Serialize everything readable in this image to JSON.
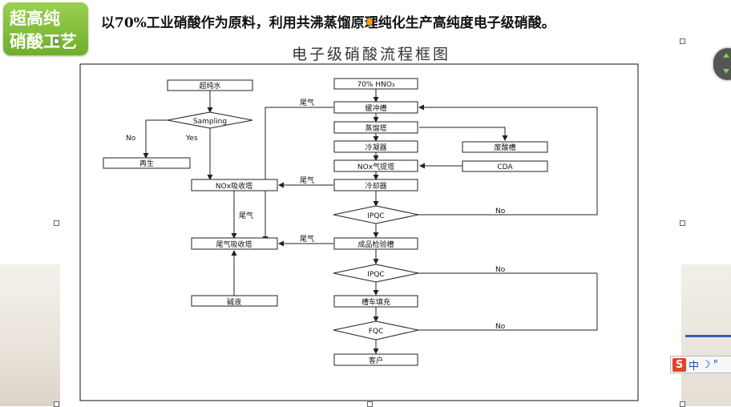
{
  "slide": {
    "badge_line1": "超高纯",
    "badge_line2": "硝酸工艺",
    "headline": "以70%工业硝酸作为原料，利用共沸蒸馏原理纯化生产高纯度电子级硝酸。"
  },
  "diagram": {
    "title": "电子级硝酸流程框图",
    "nodes": [
      {
        "id": "hno3",
        "label": "70% HNO₃"
      },
      {
        "id": "buffer",
        "label": "缓冲槽"
      },
      {
        "id": "distill",
        "label": "蒸馏塔"
      },
      {
        "id": "condense",
        "label": "冷凝器"
      },
      {
        "id": "stripper",
        "label": "NOx气提塔"
      },
      {
        "id": "cooler",
        "label": "冷却器"
      },
      {
        "id": "ipqc1",
        "label": "IPQC"
      },
      {
        "id": "product_tank",
        "label": "成品检验槽"
      },
      {
        "id": "ipqc2",
        "label": "IPQC"
      },
      {
        "id": "filling",
        "label": "槽车填充"
      },
      {
        "id": "fqc",
        "label": "FQC"
      },
      {
        "id": "customer",
        "label": "客户"
      },
      {
        "id": "ultrapure",
        "label": "超纯水"
      },
      {
        "id": "sampling",
        "label": "Sampling"
      },
      {
        "id": "regen",
        "label": "再生"
      },
      {
        "id": "nox_abs",
        "label": "NOx吸收塔"
      },
      {
        "id": "tail_abs",
        "label": "尾气吸收塔"
      },
      {
        "id": "alkali",
        "label": "碱液"
      },
      {
        "id": "waste_tank",
        "label": "废酸槽"
      },
      {
        "id": "cda",
        "label": "CDA"
      }
    ],
    "edge_labels": {
      "tail_gas": "尾气",
      "no": "No",
      "no_upper": "No",
      "yes": "Yes"
    }
  },
  "ime": {
    "lang": "中",
    "logo": "S"
  },
  "colors": {
    "badge": "#7dbb35",
    "line": "#222222",
    "nav_arrow": "#7bd04a"
  }
}
